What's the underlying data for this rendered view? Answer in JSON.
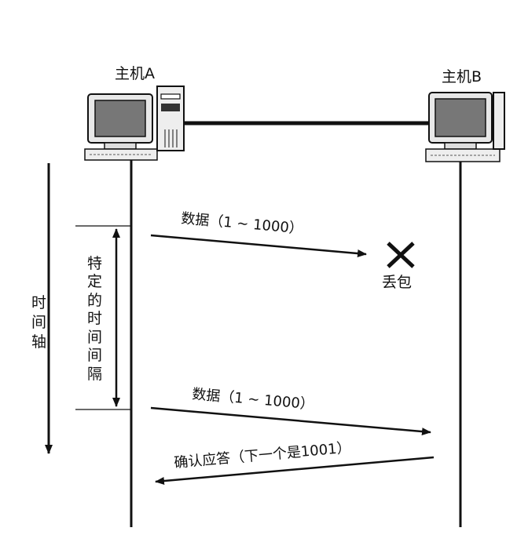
{
  "host_a": {
    "label": "主机A"
  },
  "host_b": {
    "label": "主机B"
  },
  "time_axis": {
    "label": "时间轴",
    "chars": [
      "时",
      "间",
      "轴"
    ]
  },
  "interval": {
    "label": "特定的时间间隔",
    "chars": [
      "特",
      "定",
      "的",
      "时",
      "间",
      "间",
      "隔"
    ]
  },
  "messages": [
    {
      "text": "数据（1 ~ 1000）"
    },
    {
      "text": "丢包"
    },
    {
      "text": "数据（1 ~ 1000）"
    },
    {
      "text": "确认应答（下一个是1001）"
    }
  ]
}
